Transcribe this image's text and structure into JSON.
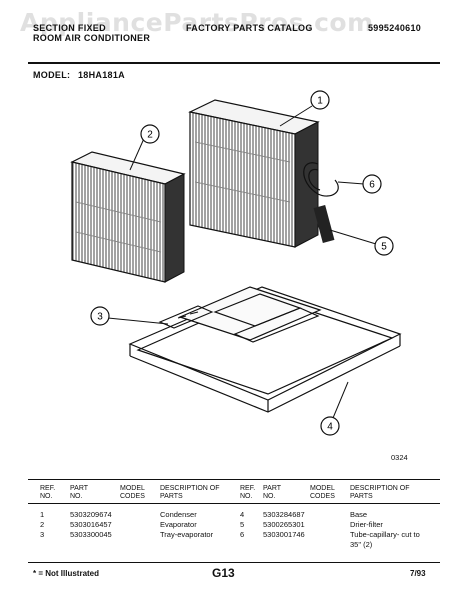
{
  "watermark": "AppliancePartsPros.com",
  "header": {
    "left_line1": "SECTION FIXED",
    "left_line2": "ROOM AIR CONDITIONER",
    "center": "FACTORY PARTS CATALOG",
    "right_number": "5995240610",
    "model_label": "MODEL:",
    "model_value": "18HA181A"
  },
  "diagram": {
    "callouts": [
      "1",
      "2",
      "3",
      "4",
      "5",
      "6"
    ],
    "code": "0324"
  },
  "table": {
    "headers_left": [
      "REF. NO.",
      "PART NO.",
      "MODEL CODES",
      "DESCRIPTION OF PARTS"
    ],
    "headers_right": [
      "REF. NO.",
      "PART NO.",
      "MODEL CODES",
      "DESCRIPTION OF PARTS"
    ],
    "rows_left": [
      {
        "ref": "1",
        "part": "5303209674",
        "desc": "Condenser"
      },
      {
        "ref": "2",
        "part": "5303016457",
        "desc": "Evaporator"
      },
      {
        "ref": "3",
        "part": "5303300045",
        "desc": "Tray-evaporator"
      }
    ],
    "rows_right": [
      {
        "ref": "4",
        "part": "5303284687",
        "desc": "Base"
      },
      {
        "ref": "5",
        "part": "5300265301",
        "desc": "Drier-filter"
      },
      {
        "ref": "6",
        "part": "5303001746",
        "desc": "Tube-capillary- cut to 35\" (2)"
      }
    ]
  },
  "footer": {
    "note": "* = Not Illustrated",
    "page": "G13",
    "date": "7/93"
  }
}
